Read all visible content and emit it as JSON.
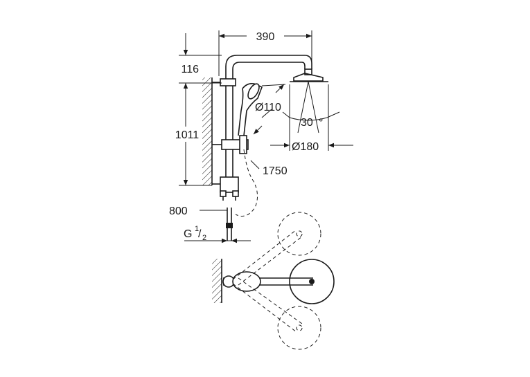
{
  "dimensions": {
    "width_390": "390",
    "height_116": "116",
    "height_1011": "1011",
    "diameter_110": "Ø110",
    "angle_30": "30",
    "angle_unit": "°",
    "diameter_180": "Ø180",
    "hose_1750": "1750",
    "height_800": "800",
    "thread_prefix": "G",
    "thread_numerator": "1",
    "thread_slash": "/",
    "thread_denominator": "2"
  }
}
